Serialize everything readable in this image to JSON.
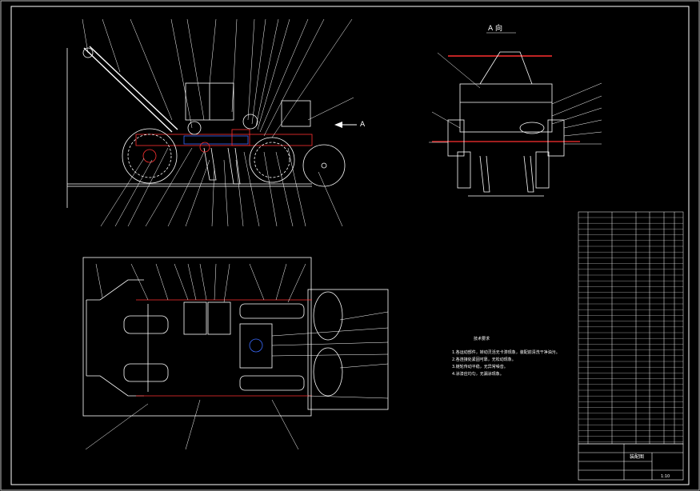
{
  "view_label": "A 向",
  "arrow_label": "A",
  "tech_requirements_title": "技术要求",
  "tech_requirements": [
    "1.各运动部件，转动灵活无卡滞现象，装配前清洗干净油污。",
    "2.各连接处紧固可靠，无松动现象。",
    "3.链轮传动平稳，无异常噪音。",
    "4.涂漆应均匀，无漏涂现象。"
  ],
  "title_block": {
    "drawing_name": "装配图",
    "scale": "1:10"
  },
  "colors": {
    "background": "#000000",
    "line": "#ffffff",
    "part": "#ff3030",
    "accent": "#3a6bff",
    "leader": "#ffffff"
  }
}
